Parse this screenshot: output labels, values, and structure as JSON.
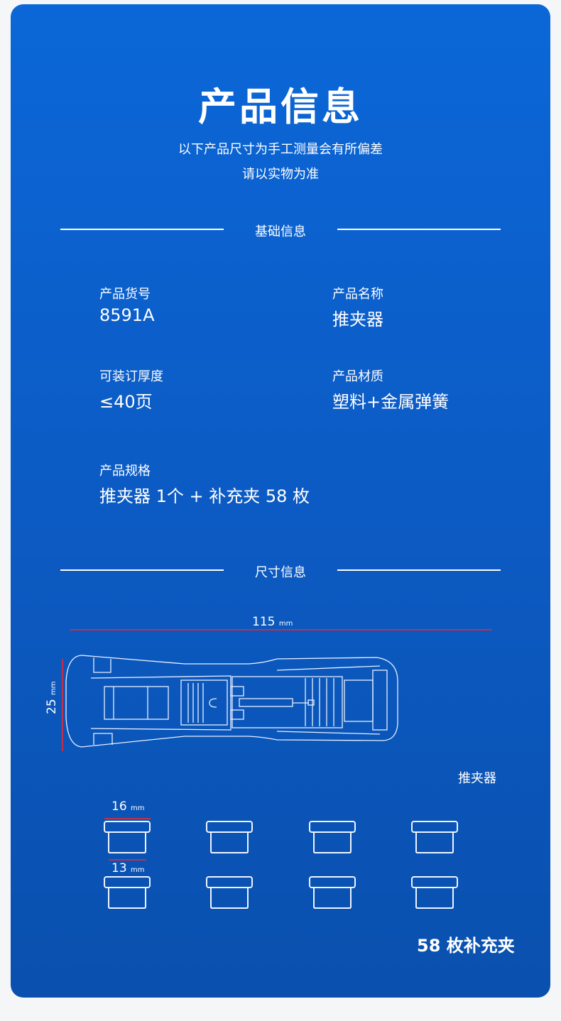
{
  "title": "产品信息",
  "subtitle_lines": [
    "以下产品尺寸为手工测量会有所偏差",
    "请以实物为准"
  ],
  "sections": {
    "basic": "基础信息",
    "size": "尺寸信息"
  },
  "fields": [
    {
      "label": "产品货号",
      "value": "8591A"
    },
    {
      "label": "产品名称",
      "value": "推夹器"
    },
    {
      "label": "可装订厚度",
      "value": "≤40页"
    },
    {
      "label": "产品材质",
      "value": "塑料+金属弹簧"
    },
    {
      "label": "产品规格",
      "value": "推夹器 1个 + 补充夹 58 枚"
    }
  ],
  "dimensions": {
    "length": "115",
    "height": "25",
    "clip_outer": "16",
    "clip_inner": "13",
    "unit": "mm"
  },
  "captions": {
    "stapler": "推夹器",
    "clips": "58 枚补充夹"
  },
  "colors": {
    "card_top": "#0b67d7",
    "card_bottom": "#0a50ae",
    "dimension_line": "#c0304a"
  }
}
